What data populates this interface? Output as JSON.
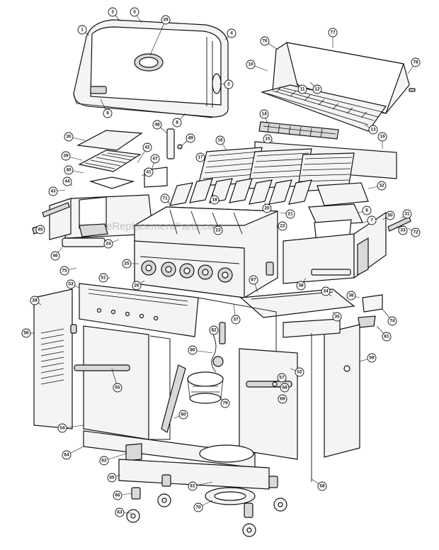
{
  "watermark": "eReplacementParts.com",
  "callouts": [
    "1",
    "2",
    "3",
    "5",
    "29",
    "4",
    "76",
    "77",
    "78",
    "10",
    "11",
    "12",
    "13",
    "14",
    "15",
    "19",
    "30",
    "39",
    "40",
    "41",
    "42",
    "43",
    "44",
    "45",
    "46",
    "48",
    "49",
    "47",
    "16",
    "17",
    "18",
    "71",
    "20",
    "21",
    "22",
    "23",
    "24",
    "25",
    "26",
    "37",
    "75",
    "51",
    "53",
    "28",
    "56",
    "55",
    "54",
    "64",
    "62",
    "65",
    "66",
    "63",
    "70",
    "61",
    "60",
    "52",
    "59",
    "58",
    "57",
    "68",
    "69",
    "82",
    "80",
    "79",
    "81",
    "74",
    "35",
    "67",
    "38",
    "34",
    "36",
    "33",
    "72",
    "50",
    "31",
    "32",
    "6",
    "7",
    "8",
    "9"
  ]
}
